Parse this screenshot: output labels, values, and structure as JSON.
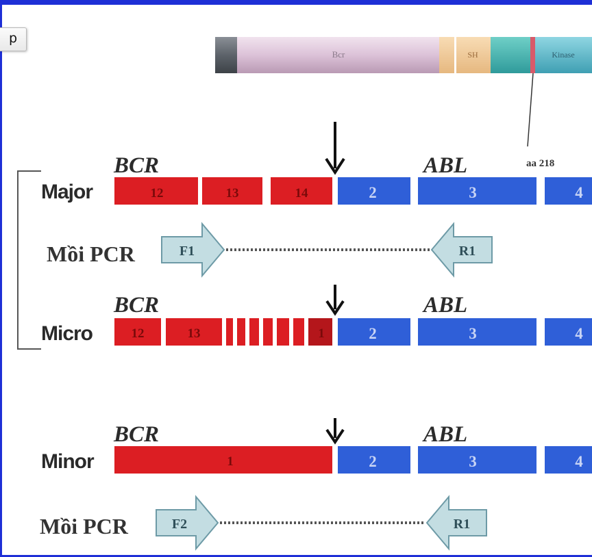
{
  "tip_button": {
    "label": "p"
  },
  "protein": {
    "domains": {
      "bcr": "Bcr",
      "sh": "SH",
      "kinase": "Kinase"
    },
    "marker": "aa 218"
  },
  "rows": {
    "major": {
      "label": "Major",
      "bcr": "BCR",
      "abl": "ABL",
      "bcr_exons": [
        "12",
        "13",
        "14"
      ],
      "abl_exons": [
        "2",
        "3",
        "4"
      ]
    },
    "micro": {
      "label": "Micro",
      "bcr": "BCR",
      "abl": "ABL",
      "bcr_exons": [
        "12",
        "13",
        "1"
      ],
      "abl_exons": [
        "2",
        "3",
        "4"
      ]
    },
    "minor": {
      "label": "Minor",
      "bcr": "BCR",
      "abl": "ABL",
      "bcr_exons": [
        "1"
      ],
      "abl_exons": [
        "2",
        "3",
        "4"
      ]
    }
  },
  "primers": {
    "pcr1": {
      "label": "Mồi PCR",
      "forward": "F1",
      "reverse": "R1"
    },
    "pcr2": {
      "label": "Mồi PCR",
      "forward": "F2",
      "reverse": "R1"
    }
  },
  "colors": {
    "frame": "#1e2fd6",
    "bcr_exon": "#dc1e23",
    "abl_exon": "#2f5fd8",
    "primer": "#c3dde2",
    "protein_bcr": "#dcc2d8"
  }
}
